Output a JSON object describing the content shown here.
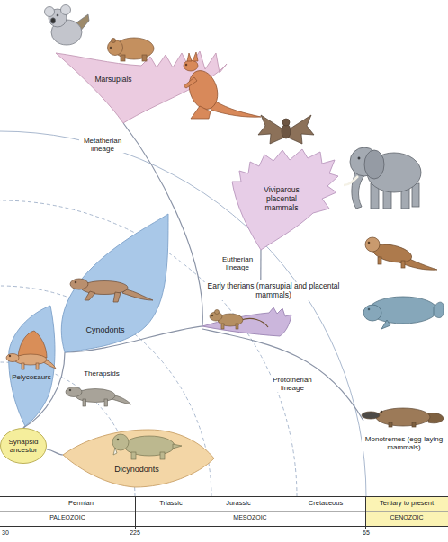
{
  "diagram": {
    "nodes": [
      {
        "text": [
          "Marsupials"
        ]
      },
      {
        "text": [
          "Viviparous placental mammals"
        ]
      },
      {
        "text": [
          "Early therians (marsupial and placental mammals)"
        ]
      },
      {
        "text": [
          "Cynodonts"
        ]
      },
      {
        "text": [
          "Pelycosaurs"
        ]
      },
      {
        "text": [
          "Synapsid ancestor"
        ]
      },
      {
        "text": [
          "Dicynodonts"
        ]
      }
    ],
    "edges": [
      {
        "from": 2,
        "to": 0,
        "label": "Metatherian lineage",
        "arrow": "none"
      },
      {
        "from": 2,
        "to": 1,
        "label": "Eutherian lineage",
        "arrow": "none"
      },
      {
        "from": 3,
        "to": 2,
        "arrow": "none"
      },
      {
        "from": 5,
        "to": 3,
        "arrow": "none"
      },
      {
        "from": 5,
        "to": 4,
        "arrow": "none"
      },
      {
        "from": 5,
        "to": 6,
        "arrow": "none"
      }
    ],
    "labels": [
      "Therapsids",
      "Prototherian lineage",
      "Monotremes (egg-laying mammals)",
      "Permian",
      "Triassic",
      "Jurassic",
      "Cretaceous",
      "Tertiary to present",
      "PALEOZOIC",
      "MESOZOIC",
      "CENOZOIC",
      "30",
      "225",
      "65"
    ]
  }
}
